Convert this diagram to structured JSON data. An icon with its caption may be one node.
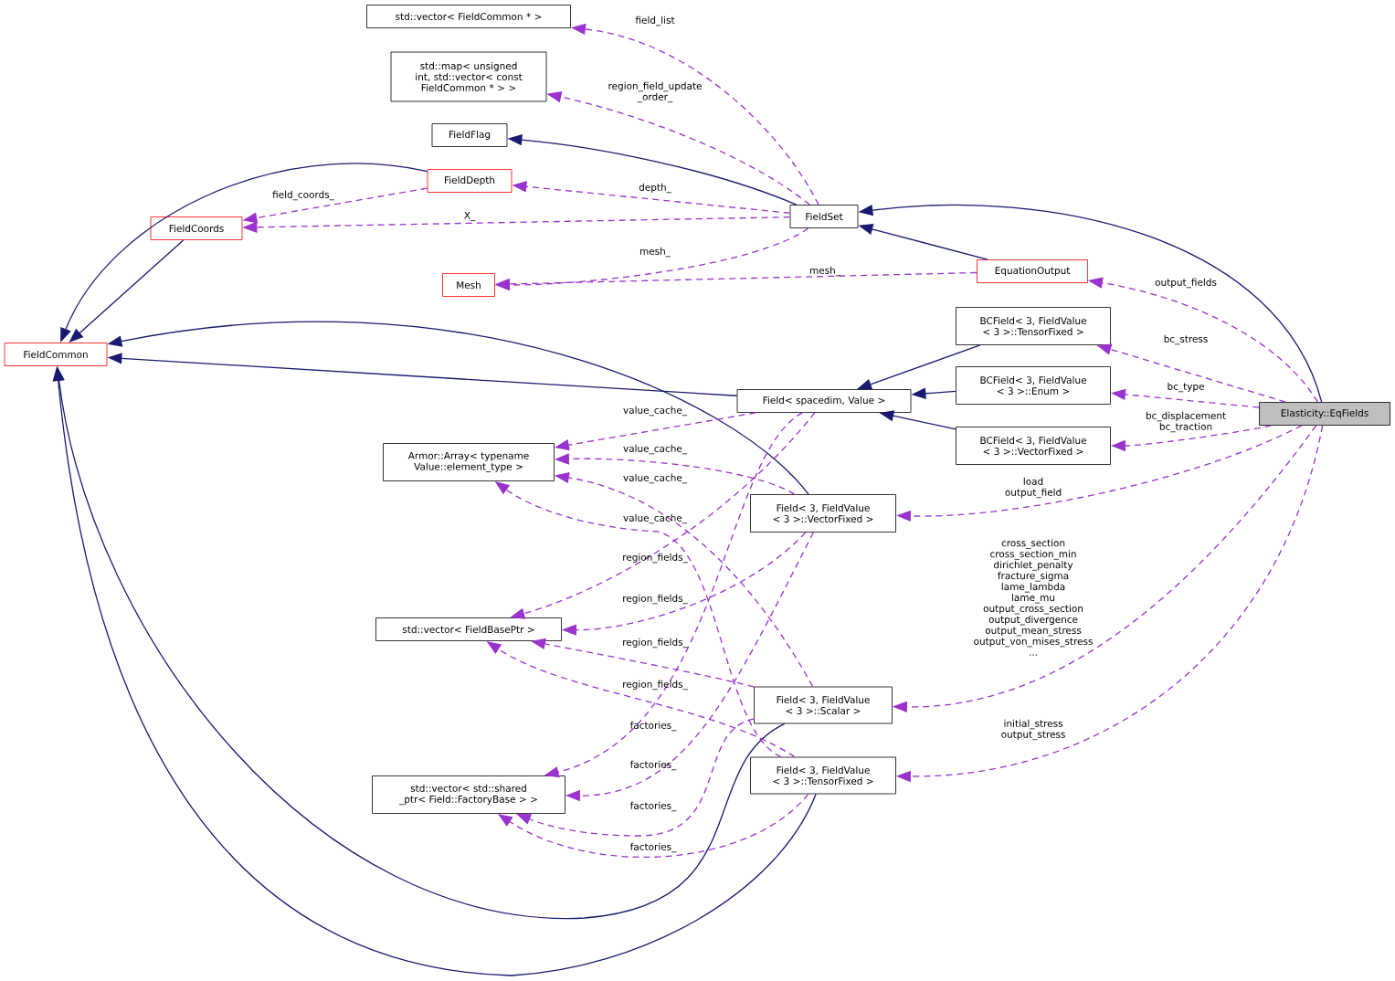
{
  "diagram": {
    "nodes": [
      {
        "text": [
          "std::vector< FieldCommon * >"
        ]
      },
      {
        "text": [
          "std::map< unsigned int, std::vector< const FieldCommon * > >"
        ]
      },
      {
        "text": [
          "FieldFlag"
        ]
      },
      {
        "text": [
          "FieldDepth"
        ]
      },
      {
        "text": [
          "FieldCoords"
        ]
      },
      {
        "text": [
          "Mesh"
        ]
      },
      {
        "text": [
          "FieldCommon"
        ]
      },
      {
        "text": [
          "FieldSet"
        ]
      },
      {
        "text": [
          "EquationOutput"
        ]
      },
      {
        "text": [
          "BCField< 3, FieldValue < 3 >::TensorFixed >"
        ]
      },
      {
        "text": [
          "BCField< 3, FieldValue < 3 >::Enum >"
        ]
      },
      {
        "text": [
          "BCField< 3, FieldValue < 3 >::VectorFixed >"
        ]
      },
      {
        "text": [
          "Field< spacedim, Value >"
        ]
      },
      {
        "text": [
          "Elasticity::EqFields"
        ]
      },
      {
        "text": [
          "Armor::Array< typename Value::element_type >"
        ]
      },
      {
        "text": [
          "Field< 3, FieldValue < 3 >::VectorFixed >"
        ]
      },
      {
        "text": [
          "std::vector< FieldBasePtr >"
        ]
      },
      {
        "text": [
          "Field< 3, FieldValue < 3 >::Scalar >"
        ]
      },
      {
        "text": [
          "std::vector< std::shared _ptr< Field::FactoryBase > >"
        ]
      },
      {
        "text": [
          "Field< 3, FieldValue < 3 >::TensorFixed >"
        ]
      }
    ],
    "edges": [
      {
        "from": 7,
        "to": 0,
        "arrow": "to",
        "label": "field_list",
        "style": "dashed"
      },
      {
        "from": 7,
        "to": 1,
        "arrow": "to",
        "label": "region_field_update _order_",
        "style": "dashed"
      },
      {
        "from": 7,
        "to": 2,
        "arrow": "to",
        "color": "#191970"
      },
      {
        "from": 7,
        "to": 3,
        "arrow": "to",
        "label": "depth_",
        "style": "dashed"
      },
      {
        "from": 7,
        "to": 4,
        "arrow": "to",
        "label": "X_",
        "style": "dashed"
      },
      {
        "from": 3,
        "to": 4,
        "arrow": "to",
        "label": "field_coords_",
        "style": "dashed"
      },
      {
        "from": 7,
        "to": 5,
        "arrow": "to",
        "label": "mesh_",
        "style": "dashed"
      },
      {
        "from": 8,
        "to": 5,
        "arrow": "to",
        "label": "mesh_",
        "style": "dashed"
      },
      {
        "from": 3,
        "to": 6,
        "arrow": "to",
        "color": "#191970"
      },
      {
        "from": 4,
        "to": 6,
        "arrow": "to",
        "color": "#191970"
      },
      {
        "from": 13,
        "to": 7,
        "arrow": "to",
        "color": "#191970"
      },
      {
        "from": 8,
        "to": 7,
        "arrow": "to",
        "color": "#191970"
      },
      {
        "from": 13,
        "to": 8,
        "arrow": "to",
        "label": "output_fields",
        "style": "dashed"
      },
      {
        "from": 13,
        "to": 9,
        "arrow": "to",
        "label": "bc_stress",
        "style": "dashed"
      },
      {
        "from": 13,
        "to": 10,
        "arrow": "to",
        "label": "bc_type",
        "style": "dashed"
      },
      {
        "from": 13,
        "to": 11,
        "arrow": "to",
        "label": "bc_displacement bc_traction",
        "style": "dashed"
      },
      {
        "from": 13,
        "to": 15,
        "arrow": "to",
        "label": "load output_field",
        "style": "dashed"
      },
      {
        "from": 13,
        "to": 17,
        "arrow": "to",
        "label": "cross_section cross_section_min dirichlet_penalty fracture_sigma lame_lambda lame_mu output_cross_section output_divergence output_mean_stress output_von_mises_stress ...",
        "style": "dashed"
      },
      {
        "from": 13,
        "to": 19,
        "arrow": "to",
        "label": "initial_stress output_stress",
        "style": "dashed"
      },
      {
        "from": 9,
        "to": 12,
        "arrow": "to",
        "color": "#191970"
      },
      {
        "from": 10,
        "to": 12,
        "arrow": "to",
        "color": "#191970"
      },
      {
        "from": 11,
        "to": 12,
        "arrow": "to",
        "color": "#191970"
      },
      {
        "from": 12,
        "to": 6,
        "arrow": "to",
        "color": "#191970"
      },
      {
        "from": 15,
        "to": 6,
        "arrow": "to",
        "color": "#191970"
      },
      {
        "from": 17,
        "to": 6,
        "arrow": "to",
        "color": "#191970"
      },
      {
        "from": 19,
        "to": 6,
        "arrow": "to",
        "color": "#191970"
      },
      {
        "from": 12,
        "to": 14,
        "arrow": "to",
        "label": "value_cache_",
        "style": "dashed"
      },
      {
        "from": 15,
        "to": 14,
        "arrow": "to",
        "label": "value_cache_",
        "style": "dashed"
      },
      {
        "from": 17,
        "to": 14,
        "arrow": "to",
        "label": "value_cache_",
        "style": "dashed"
      },
      {
        "from": 19,
        "to": 14,
        "arrow": "to",
        "label": "value_cache_",
        "style": "dashed"
      },
      {
        "from": 12,
        "to": 16,
        "arrow": "to",
        "label": "region_fields_",
        "style": "dashed"
      },
      {
        "from": 15,
        "to": 16,
        "arrow": "to",
        "label": "region_fields_",
        "style": "dashed"
      },
      {
        "from": 17,
        "to": 16,
        "arrow": "to",
        "label": "region_fields_",
        "style": "dashed"
      },
      {
        "from": 19,
        "to": 16,
        "arrow": "to",
        "label": "region_fields_",
        "style": "dashed"
      },
      {
        "from": 12,
        "to": 18,
        "arrow": "to",
        "label": "factories_",
        "style": "dashed"
      },
      {
        "from": 15,
        "to": 18,
        "arrow": "to",
        "label": "factories_",
        "style": "dashed"
      },
      {
        "from": 17,
        "to": 18,
        "arrow": "to",
        "label": "factories_",
        "style": "dashed"
      },
      {
        "from": 19,
        "to": 18,
        "arrow": "to",
        "label": "factories_",
        "style": "dashed"
      }
    ]
  }
}
